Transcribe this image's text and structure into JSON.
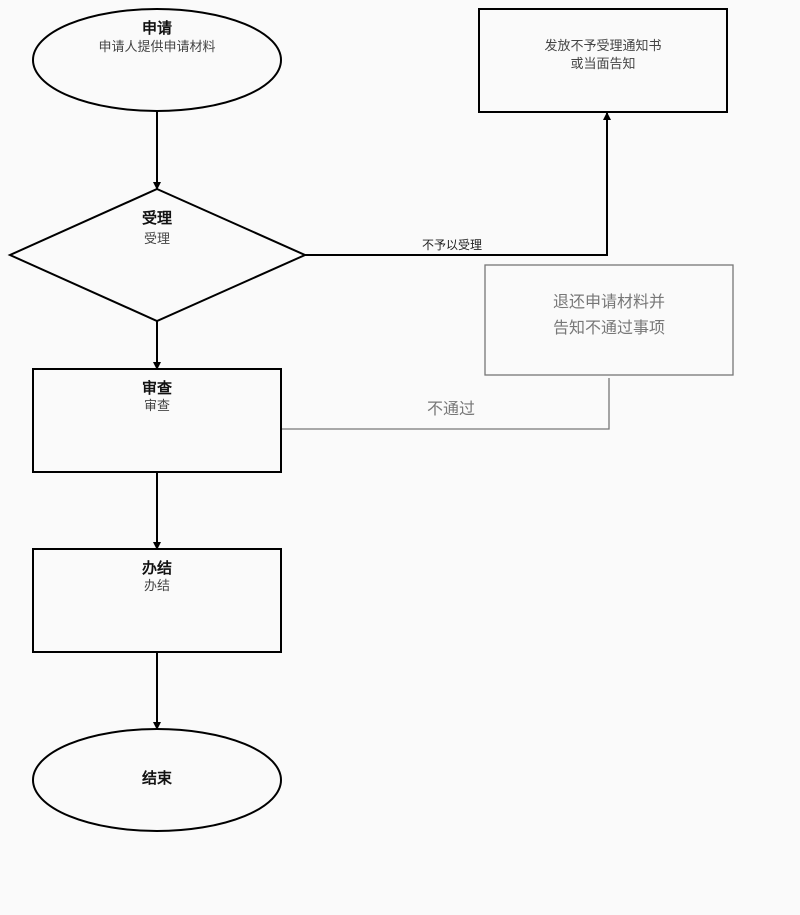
{
  "nodes": {
    "apply": {
      "title": "申请",
      "subtitle": "申请人提供申请材料"
    },
    "accept": {
      "title": "受理",
      "subtitle": "受理"
    },
    "review": {
      "title": "审查",
      "subtitle": "审查"
    },
    "complete": {
      "title": "办结",
      "subtitle": "办结"
    },
    "end": {
      "title": "结束"
    },
    "reject_notice": {
      "line1": "发放不予受理通知书",
      "line2": "或当面告知"
    },
    "return_materials": {
      "line1": "退还申请材料并",
      "line2": "告知不通过事项"
    }
  },
  "edges": {
    "not_accepted_label": "不予以受理",
    "not_passed_label": "不通过"
  }
}
